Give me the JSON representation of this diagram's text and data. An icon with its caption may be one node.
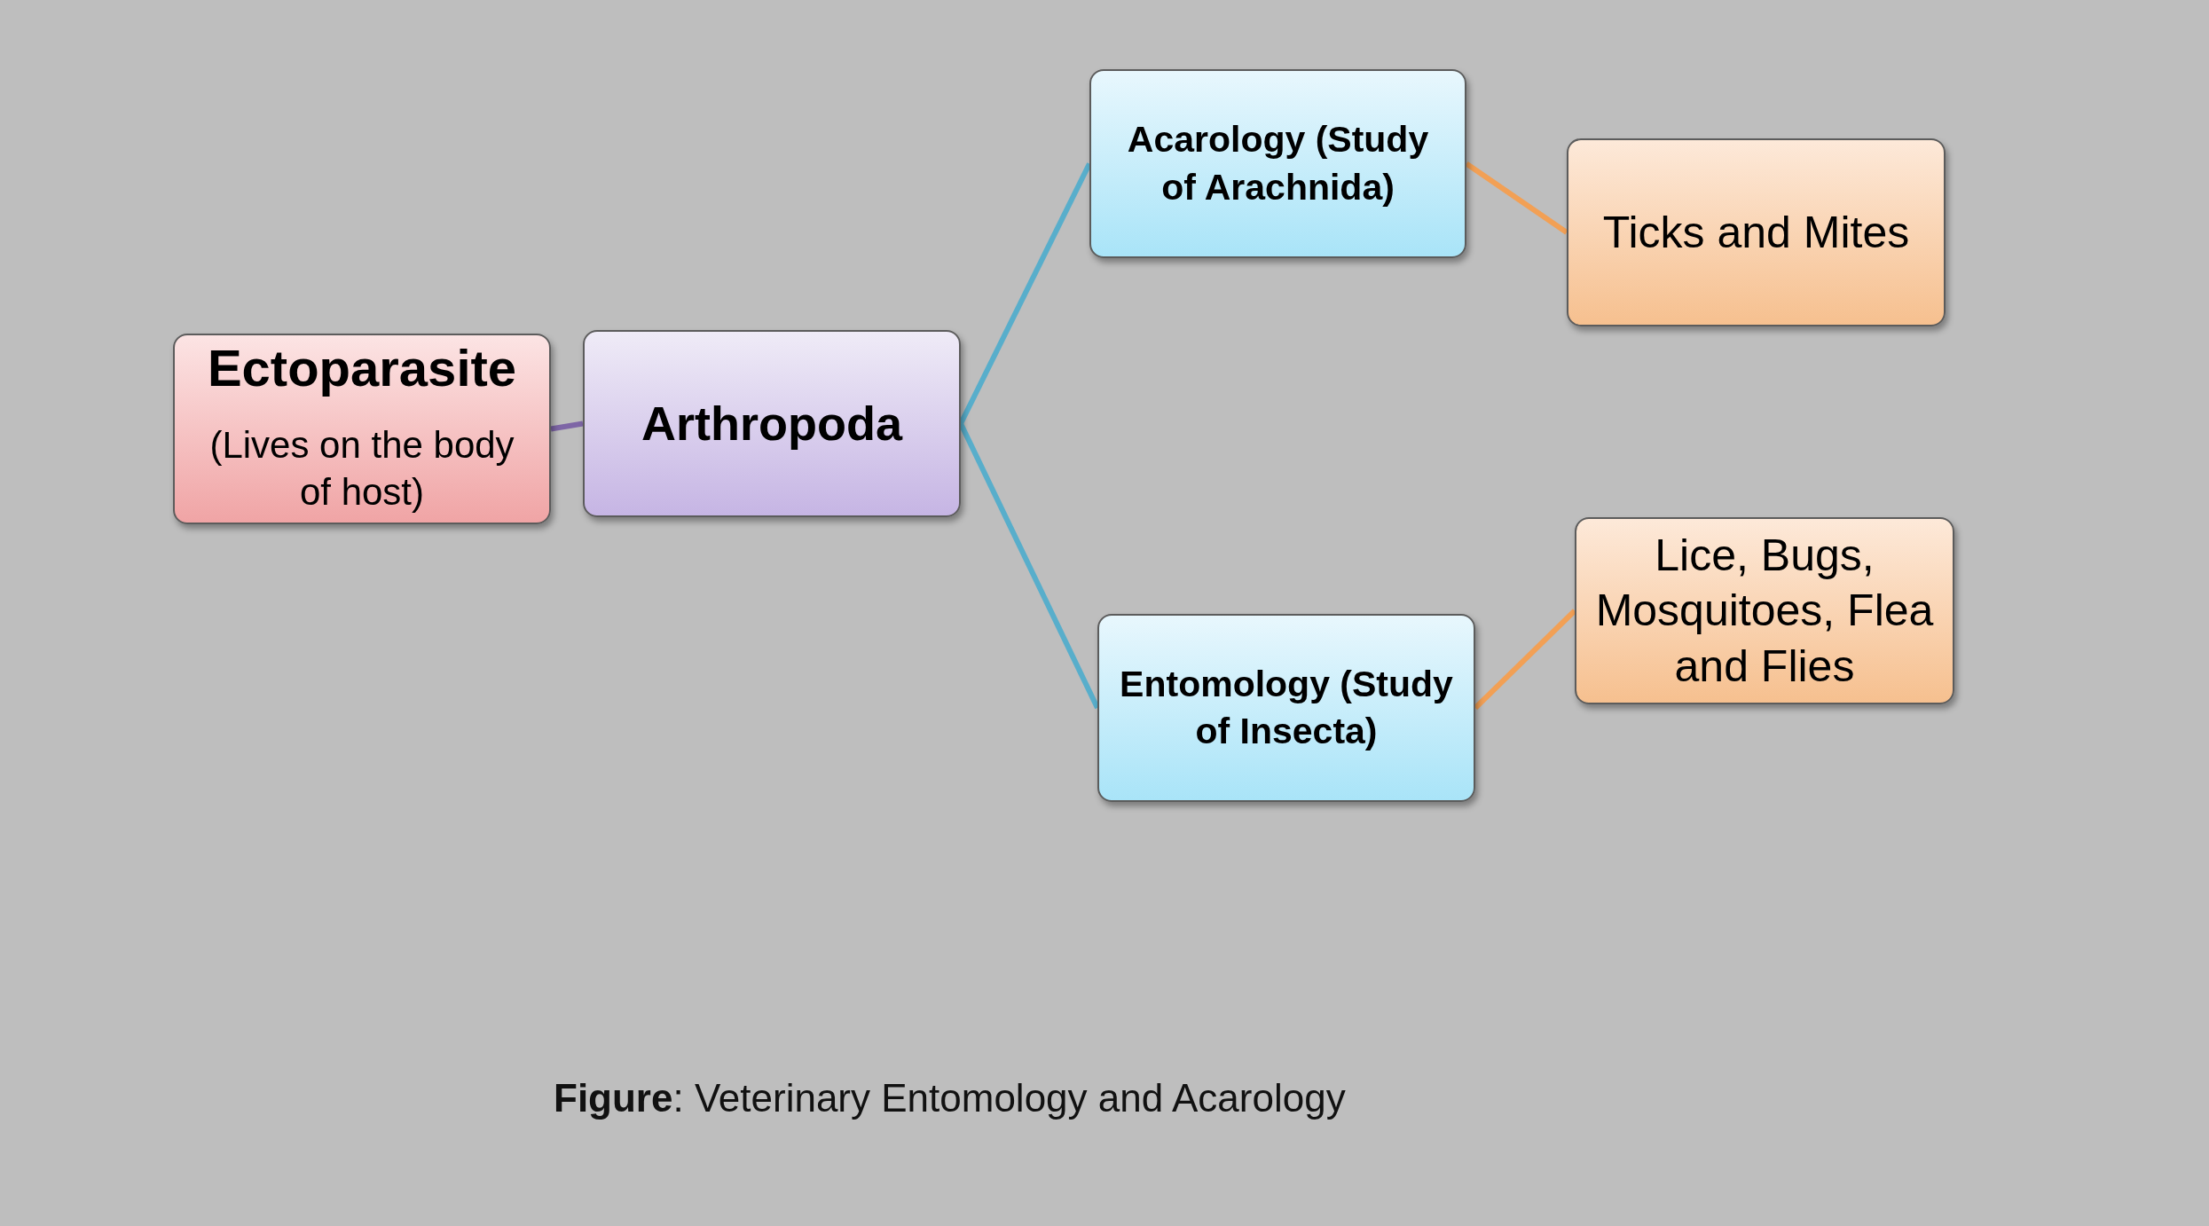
{
  "diagram": {
    "caption": "**Figure**: Veterinary Entomology and Acarology",
    "nodes": [
      {
        "text": [
          "Ectoparasite",
          "(Lives on the body of host)"
        ]
      },
      {
        "text": [
          "Arthropoda"
        ]
      },
      {
        "text": [
          "Acarology (Study of Arachnida)"
        ]
      },
      {
        "text": [
          "Ticks and Mites"
        ]
      },
      {
        "text": [
          "Entomology (Study of Insecta)"
        ]
      },
      {
        "text": [
          "Lice, Bugs, Mosquitoes, Flea and Flies"
        ]
      }
    ],
    "edges": [
      {
        "from": 0,
        "to": 1,
        "arrow": "none",
        "color": "#7e66a6"
      },
      {
        "from": 1,
        "to": 2,
        "arrow": "none",
        "color": "#58aecb"
      },
      {
        "from": 1,
        "to": 4,
        "arrow": "none",
        "color": "#58aecb"
      },
      {
        "from": 2,
        "to": 3,
        "arrow": "none",
        "color": "#f2a055"
      },
      {
        "from": 4,
        "to": 5,
        "arrow": "none",
        "color": "#f2a055"
      }
    ]
  }
}
